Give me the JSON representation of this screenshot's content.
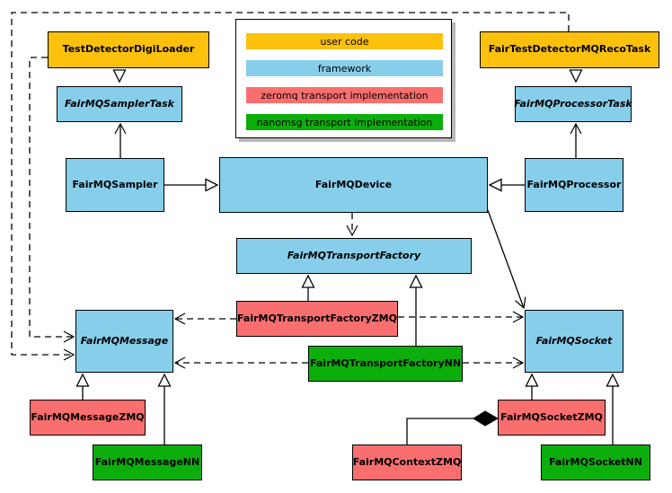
{
  "colors": {
    "user_code": "#FBC10D",
    "framework": "#87CEEB",
    "zeromq": "#F96F6F",
    "nanomsg": "#0BAE0B",
    "edge": "#000000",
    "background": "#FFFFFF",
    "legend_shadow": "#B8B8B8"
  },
  "legend": {
    "items": [
      {
        "label": "user code",
        "color_key": "user_code"
      },
      {
        "label": "framework",
        "color_key": "framework"
      },
      {
        "label": "zeromq transport implementation",
        "color_key": "zeromq"
      },
      {
        "label": "nanomsg transport implementation",
        "color_key": "nanomsg"
      }
    ]
  },
  "nodes": {
    "testDetectorDigiLoader": {
      "label": "TestDetectorDigiLoader",
      "category": "user code"
    },
    "fairMQSamplerTask": {
      "label": "FairMQSamplerTask",
      "category": "framework",
      "abstract": true
    },
    "fairMQSampler": {
      "label": "FairMQSampler",
      "category": "framework"
    },
    "fairMQDevice": {
      "label": "FairMQDevice",
      "category": "framework"
    },
    "fairTestDetectorMQRecoTask": {
      "label": "FairTestDetectorMQRecoTask",
      "category": "user code"
    },
    "fairMQProcessorTask": {
      "label": "FairMQProcessorTask",
      "category": "framework",
      "abstract": true
    },
    "fairMQProcessor": {
      "label": "FairMQProcessor",
      "category": "framework"
    },
    "fairMQTransportFactory": {
      "label": "FairMQTransportFactory",
      "category": "framework",
      "abstract": true
    },
    "fairMQTransportFactoryZMQ": {
      "label": "FairMQTransportFactoryZMQ",
      "category": "zeromq transport implementation"
    },
    "fairMQTransportFactoryNN": {
      "label": "FairMQTransportFactoryNN",
      "category": "nanomsg transport implementation"
    },
    "fairMQMessage": {
      "label": "FairMQMessage",
      "category": "framework",
      "abstract": true
    },
    "fairMQMessageZMQ": {
      "label": "FairMQMessageZMQ",
      "category": "zeromq transport implementation"
    },
    "fairMQMessageNN": {
      "label": "FairMQMessageNN",
      "category": "nanomsg transport implementation"
    },
    "fairMQSocket": {
      "label": "FairMQSocket",
      "category": "framework",
      "abstract": true
    },
    "fairMQSocketZMQ": {
      "label": "FairMQSocketZMQ",
      "category": "zeromq transport implementation"
    },
    "fairMQSocketNN": {
      "label": "FairMQSocketNN",
      "category": "nanomsg transport implementation"
    },
    "fairMQContextZMQ": {
      "label": "FairMQContextZMQ",
      "category": "zeromq transport implementation"
    }
  },
  "edges": [
    {
      "from": "TestDetectorDigiLoader",
      "to": "FairMQSamplerTask",
      "type": "inheritance-triangle",
      "line": "solid"
    },
    {
      "from": "FairMQSampler",
      "to": "FairMQSamplerTask",
      "type": "open-arrow",
      "line": "solid"
    },
    {
      "from": "FairMQSampler",
      "to": "FairMQDevice",
      "type": "inheritance-triangle",
      "line": "solid"
    },
    {
      "from": "FairTestDetectorMQRecoTask",
      "to": "FairMQProcessorTask",
      "type": "inheritance-triangle",
      "line": "solid"
    },
    {
      "from": "FairMQProcessor",
      "to": "FairMQProcessorTask",
      "type": "open-arrow",
      "line": "solid"
    },
    {
      "from": "FairMQProcessor",
      "to": "FairMQDevice",
      "type": "inheritance-triangle",
      "line": "solid"
    },
    {
      "from": "FairMQDevice",
      "to": "FairMQTransportFactory",
      "type": "open-arrow",
      "line": "dashed"
    },
    {
      "from": "FairMQDevice",
      "to": "FairMQSocket",
      "type": "open-arrow",
      "line": "solid"
    },
    {
      "from": "TestDetectorDigiLoader",
      "to": "FairMQMessage",
      "type": "open-arrow",
      "line": "dashed"
    },
    {
      "from": "FairTestDetectorMQRecoTask",
      "to": "FairMQMessage",
      "type": "open-arrow",
      "line": "dashed"
    },
    {
      "from": "FairMQTransportFactoryZMQ",
      "to": "FairMQTransportFactory",
      "type": "inheritance-triangle",
      "line": "solid"
    },
    {
      "from": "FairMQTransportFactoryNN",
      "to": "FairMQTransportFactory",
      "type": "inheritance-triangle",
      "line": "solid"
    },
    {
      "from": "FairMQTransportFactoryZMQ",
      "to": "FairMQMessage",
      "type": "open-arrow",
      "line": "dashed"
    },
    {
      "from": "FairMQTransportFactoryZMQ",
      "to": "FairMQSocket",
      "type": "open-arrow",
      "line": "dashed"
    },
    {
      "from": "FairMQTransportFactoryNN",
      "to": "FairMQMessage",
      "type": "open-arrow",
      "line": "dashed"
    },
    {
      "from": "FairMQTransportFactoryNN",
      "to": "FairMQSocket",
      "type": "open-arrow",
      "line": "dashed"
    },
    {
      "from": "FairMQMessageZMQ",
      "to": "FairMQMessage",
      "type": "inheritance-triangle",
      "line": "solid"
    },
    {
      "from": "FairMQMessageNN",
      "to": "FairMQMessage",
      "type": "inheritance-triangle",
      "line": "solid"
    },
    {
      "from": "FairMQSocketZMQ",
      "to": "FairMQSocket",
      "type": "inheritance-triangle",
      "line": "solid"
    },
    {
      "from": "FairMQSocketNN",
      "to": "FairMQSocket",
      "type": "inheritance-triangle",
      "line": "solid"
    },
    {
      "from": "FairMQContextZMQ",
      "to": "FairMQSocketZMQ",
      "type": "composition-diamond",
      "line": "solid"
    }
  ]
}
